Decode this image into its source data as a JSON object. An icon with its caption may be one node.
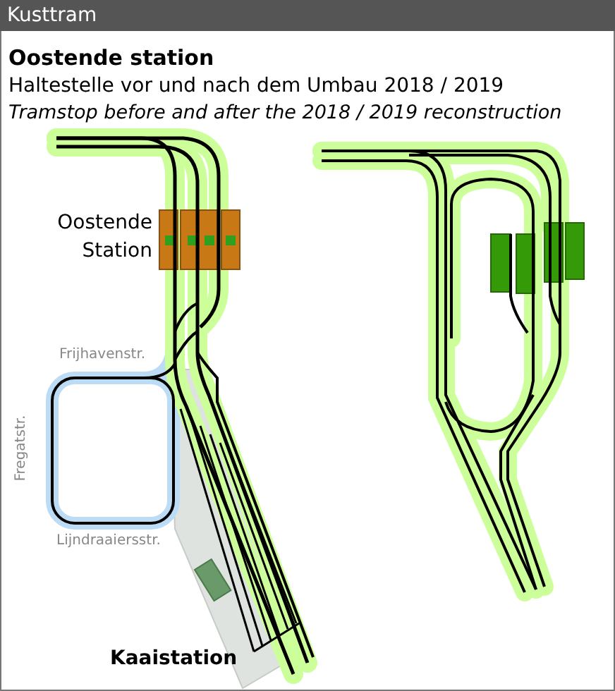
{
  "diagram": {
    "title": "Oostende station",
    "labels": [
      "Kusttram",
      "Haltestelle vor und nach dem Umbau 2018 / 2019",
      "Tramstop before and after the 2018 / 2019 reconstruction",
      "Oostende Station",
      "Frijhavenstr.",
      "Fregatstr.",
      "Lijndraaiersstr.",
      "Kaaistation"
    ]
  }
}
